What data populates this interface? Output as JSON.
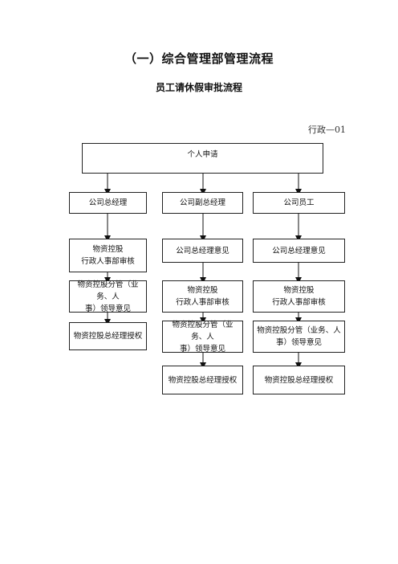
{
  "title": "（一）综合管理部管理流程",
  "subtitle": "员工请休假审批流程",
  "doc_no": "行政—01",
  "apply_box": {
    "label": "个人申请"
  },
  "columns": [
    {
      "head": "公司总经理",
      "steps": [
        "物资控股\n行政人事部审核",
        "物资控股分管（业务、人\n事）领导意见",
        "物资控股总经理授权"
      ]
    },
    {
      "head": "公司副总经理",
      "steps": [
        "公司总经理意见",
        "物资控股\n行政人事部审核",
        "物资控股分管（业务、人\n事）领导意见",
        "物资控股总经理授权"
      ]
    },
    {
      "head": "公司员工",
      "steps": [
        "公司总经理意见",
        "物资控股\n行政人事部审核",
        "物资控股分管（业务、人\n事）领导意见",
        "物资控股总经理授权"
      ]
    }
  ]
}
